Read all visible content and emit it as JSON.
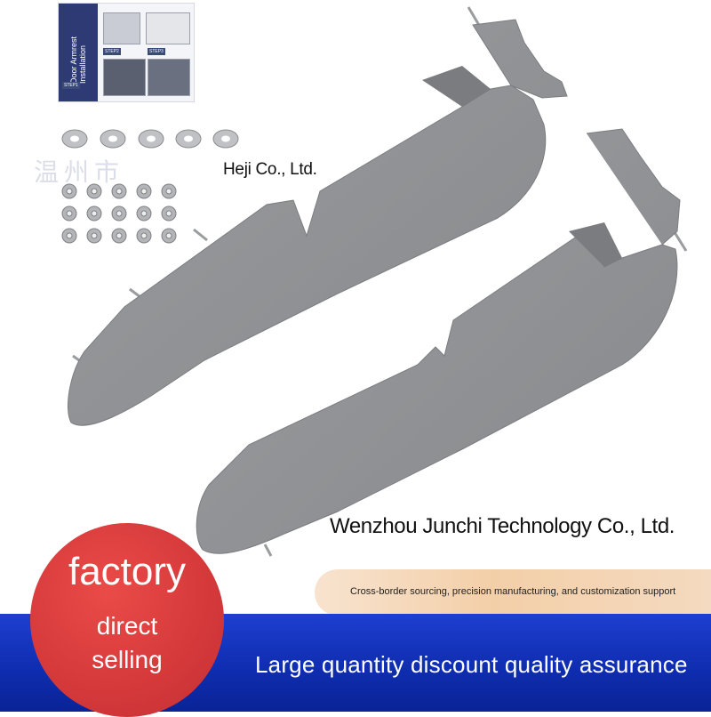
{
  "manual": {
    "title": "Door Armrest\nInstallation",
    "steps": [
      "STEP1",
      "STEP2",
      "STEP3"
    ]
  },
  "watermark": "温州市",
  "company_top": "Heji Co., Ltd.",
  "company_main": "Wenzhou Junchi Technology Co., Ltd.",
  "tagline": "Cross-border sourcing, precision manufacturing, and customization support",
  "slogan": "Large quantity discount quality assurance",
  "badge": {
    "line1": "factory",
    "line2": "direct",
    "line3": "selling"
  },
  "colors": {
    "part": "#8f9193",
    "badge": "#d63a3b",
    "band": "#1233bd",
    "tag_bar": "#f3cfa8"
  },
  "hardware": {
    "washers": 5,
    "nuts": 15
  }
}
